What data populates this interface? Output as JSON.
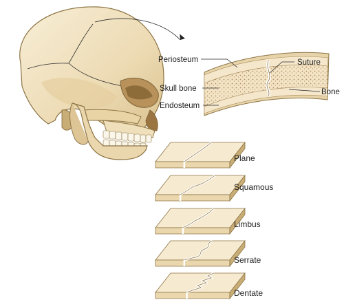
{
  "labels": {
    "periosteum": "Periosteum",
    "skull_bone": "Skull bone",
    "endosteum": "Endosteum",
    "suture": "Suture",
    "bone": "Bone"
  },
  "suture_types": [
    {
      "label": "Plane"
    },
    {
      "label": "Squamous"
    },
    {
      "label": "Limbus"
    },
    {
      "label": "Serrate"
    },
    {
      "label": "Dentate"
    }
  ],
  "colors": {
    "bone_light": "#f6ead0",
    "bone_mid": "#ead7ad",
    "bone_dark": "#c9ad76",
    "outline": "#8c7444",
    "spongy": "#f1dfc0"
  }
}
